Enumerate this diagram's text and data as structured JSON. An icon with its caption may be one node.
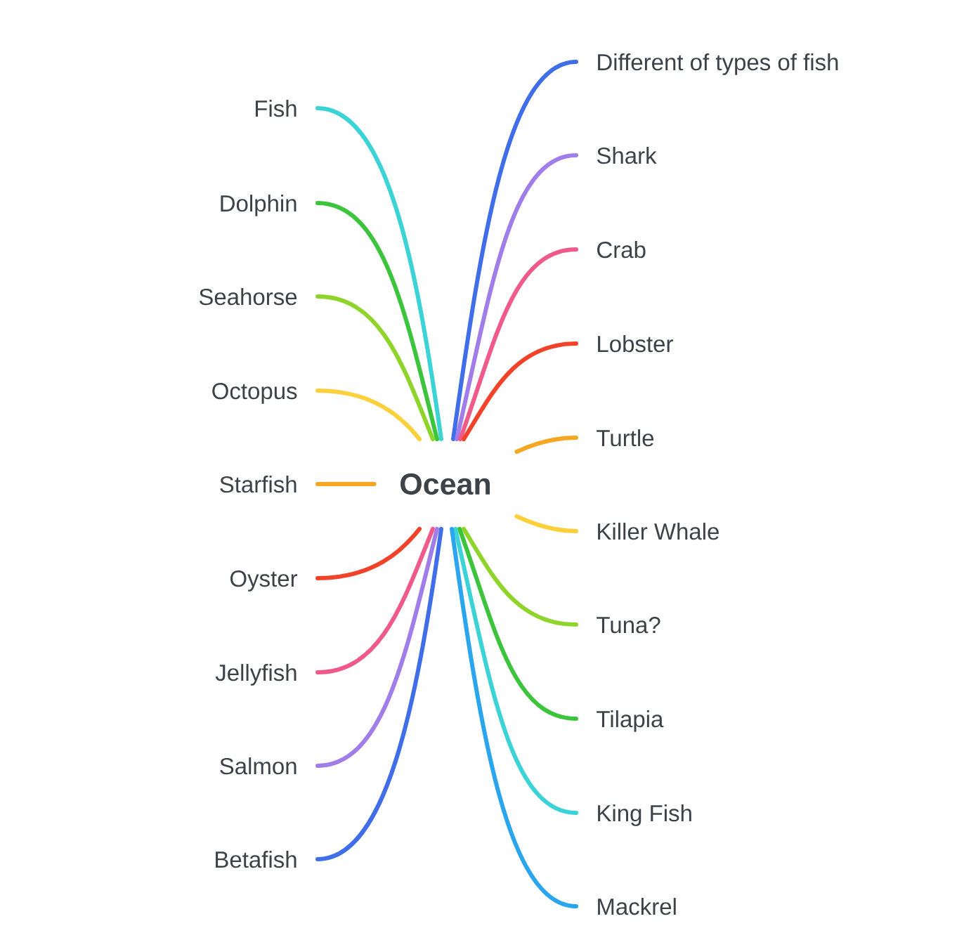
{
  "diagram": {
    "nodes": [
      {
        "text": [
          "Ocean"
        ]
      },
      {
        "text": [
          "Different of types of fish"
        ]
      },
      {
        "text": [
          "Shark"
        ]
      },
      {
        "text": [
          "Crab"
        ]
      },
      {
        "text": [
          "Lobster"
        ]
      },
      {
        "text": [
          "Turtle"
        ]
      },
      {
        "text": [
          "Killer Whale"
        ]
      },
      {
        "text": [
          "Tuna?"
        ]
      },
      {
        "text": [
          "Tilapia"
        ]
      },
      {
        "text": [
          "King Fish"
        ]
      },
      {
        "text": [
          "Mackrel"
        ]
      },
      {
        "text": [
          "Fish"
        ]
      },
      {
        "text": [
          "Dolphin"
        ]
      },
      {
        "text": [
          "Seahorse"
        ]
      },
      {
        "text": [
          "Octopus"
        ]
      },
      {
        "text": [
          "Starfish"
        ]
      },
      {
        "text": [
          "Oyster"
        ]
      },
      {
        "text": [
          "Jellyfish"
        ]
      },
      {
        "text": [
          "Salmon"
        ]
      },
      {
        "text": [
          "Betafish"
        ]
      }
    ],
    "edges": [
      {
        "from": 0,
        "to": 1,
        "arrow": "none",
        "color": "#3f6ee8"
      },
      {
        "from": 0,
        "to": 2,
        "arrow": "none",
        "color": "#a07de8"
      },
      {
        "from": 0,
        "to": 3,
        "arrow": "none",
        "color": "#ef5a8a"
      },
      {
        "from": 0,
        "to": 4,
        "arrow": "none",
        "color": "#f2432a"
      },
      {
        "from": 0,
        "to": 5,
        "arrow": "none",
        "color": "#f5a623"
      },
      {
        "from": 0,
        "to": 6,
        "arrow": "none",
        "color": "#fcd03a"
      },
      {
        "from": 0,
        "to": 7,
        "arrow": "none",
        "color": "#8fd42a"
      },
      {
        "from": 0,
        "to": 8,
        "arrow": "none",
        "color": "#3cc43c"
      },
      {
        "from": 0,
        "to": 9,
        "arrow": "none",
        "color": "#3cd3d6"
      },
      {
        "from": 0,
        "to": 10,
        "arrow": "none",
        "color": "#2aa5ee"
      },
      {
        "from": 0,
        "to": 11,
        "arrow": "none",
        "color": "#3cd3d6"
      },
      {
        "from": 0,
        "to": 12,
        "arrow": "none",
        "color": "#3cc43c"
      },
      {
        "from": 0,
        "to": 13,
        "arrow": "none",
        "color": "#8fd42a"
      },
      {
        "from": 0,
        "to": 14,
        "arrow": "none",
        "color": "#fcd03a"
      },
      {
        "from": 0,
        "to": 15,
        "arrow": "none",
        "color": "#f5a623"
      },
      {
        "from": 0,
        "to": 16,
        "arrow": "none",
        "color": "#f2432a"
      },
      {
        "from": 0,
        "to": 17,
        "arrow": "none",
        "color": "#ef5a8a"
      },
      {
        "from": 0,
        "to": 18,
        "arrow": "none",
        "color": "#a07de8"
      },
      {
        "from": 0,
        "to": 19,
        "arrow": "none",
        "color": "#3f6ee8"
      }
    ]
  }
}
